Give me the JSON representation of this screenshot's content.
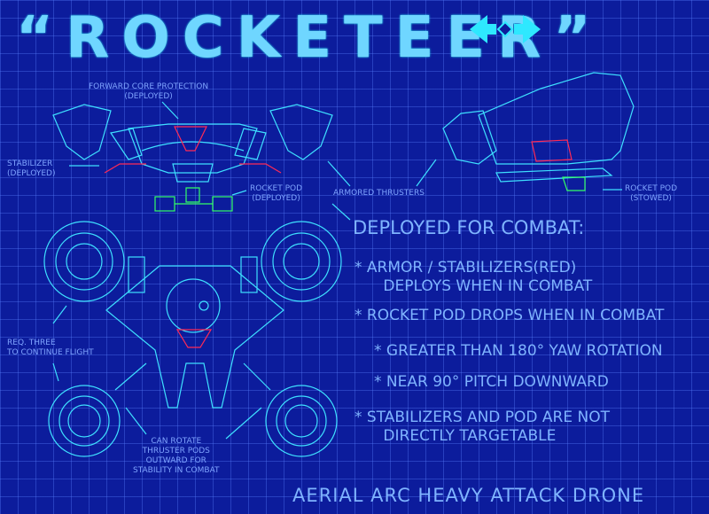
{
  "title": "“ROCKETEER”",
  "icon": "double-arrow-icon",
  "colors": {
    "background": "#0c1c9c",
    "lines": "#3ee0ff",
    "armor": "#ff2a55",
    "pod": "#33ff66"
  },
  "labels": {
    "forward_core": "FORWARD CORE PROTECTION\n(DEPLOYED)",
    "stabilizer": "STABILIZER\n(DEPLOYED)",
    "rocket_pod_deployed": "ROCKET POD\n(DEPLOYED)",
    "armored_thrusters": "ARMORED THRUSTERS",
    "rocket_pod_stowed": "ROCKET POD\n(STOWED)",
    "req_three": "REQ. THREE\nTO CONTINUE FLIGHT",
    "can_rotate": "CAN ROTATE\nTHRUSTER PODS\nOUTWARD FOR\nSTABILITY IN COMBAT"
  },
  "notes": {
    "heading": "DEPLOYED FOR COMBAT:",
    "items": [
      "* ARMOR / STABILIZERS(RED)\n      DEPLOYS WHEN IN COMBAT",
      "* ROCKET POD DROPS WHEN IN COMBAT",
      "* GREATER THAN 180° YAW ROTATION",
      "* NEAR 90° PITCH DOWNWARD",
      "* STABILIZERS AND POD ARE NOT\n      DIRECTLY TARGETABLE"
    ]
  },
  "footer": "AERIAL ARC HEAVY ATTACK DRONE"
}
